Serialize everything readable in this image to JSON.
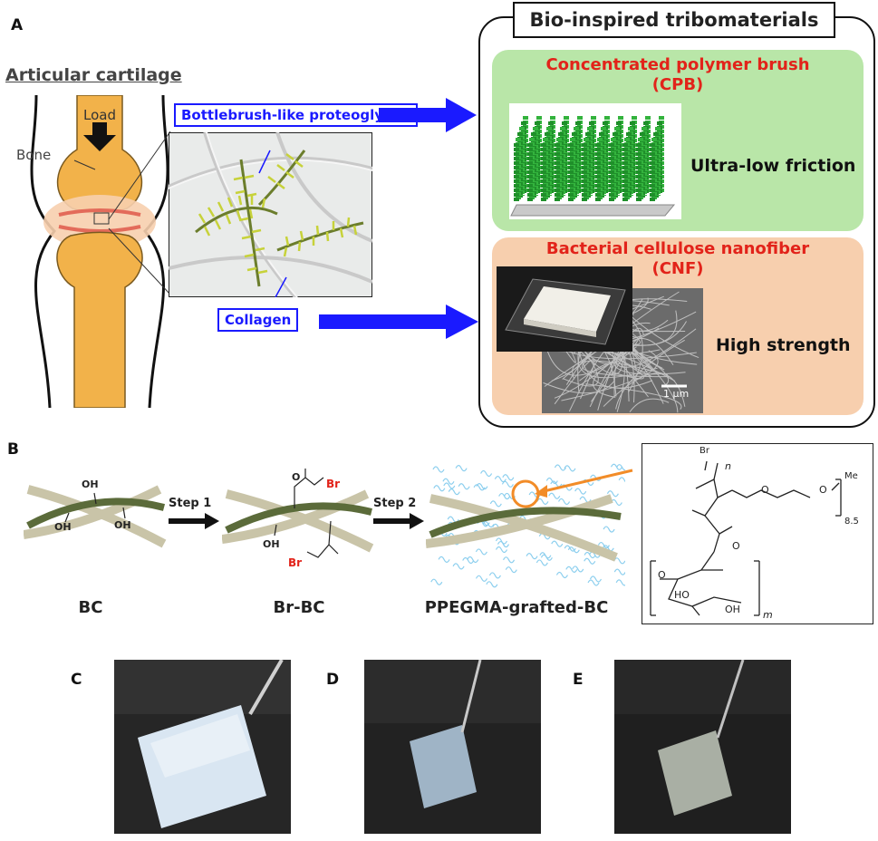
{
  "panelA": {
    "letter": "A",
    "cartilage_title": "Articular cartilage",
    "load": "Load",
    "bone": "Bone",
    "bottlebrush": "Bottlebrush-like proteoglycan",
    "collagen": "Collagen",
    "box_title": "Bio-inspired tribomaterials",
    "cpb_title_1": "Concentrated polymer brush",
    "cpb_title_2": "(CPB)",
    "cpb_prop": "Ultra-low friction",
    "cnf_title_1": "Bacterial cellulose nanofiber",
    "cnf_title_2": "(CNF)",
    "cnf_prop": "High strength",
    "scale": "1 μm"
  },
  "panelB": {
    "letter": "B",
    "oh": "OH",
    "br": "Br",
    "step1": "Step 1",
    "step2": "Step 2",
    "label_bc": "BC",
    "label_brbc": "Br-BC",
    "label_grafted": "PPEGMA-grafted-BC",
    "chem_n": "n",
    "chem_me": "Me",
    "chem_85": "8.5",
    "chem_m": "m",
    "chem_o": "O",
    "chem_ho": "HO"
  },
  "photos": {
    "c": "C",
    "d": "D",
    "e": "E"
  },
  "colors": {
    "blue": "#1a1aff",
    "red": "#e2231a",
    "green_bg": "#b9e6a8",
    "peach_bg": "#f7cfae",
    "bone": "#f2b24a",
    "fiber_dark": "#5f7a3a",
    "fiber_light": "#d8d8c0",
    "brush_blue": "#6fc3ea",
    "orange": "#f28c28"
  }
}
